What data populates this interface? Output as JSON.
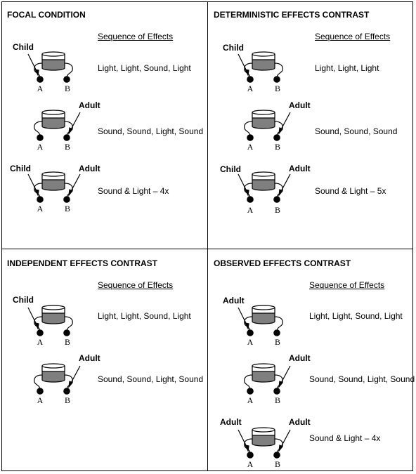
{
  "panels": {
    "focal": {
      "title": "FOCAL CONDITION",
      "sequence_header": "Sequence of Effects",
      "trials": [
        {
          "child": "Child",
          "sequence": "Light, Light, Sound, Light",
          "btn_a": "A",
          "btn_b": "B"
        },
        {
          "adult": "Adult",
          "sequence": "Sound, Sound, Light, Sound",
          "btn_a": "A",
          "btn_b": "B"
        },
        {
          "child": "Child",
          "adult": "Adult",
          "sequence": "Sound & Light – 4x",
          "btn_a": "A",
          "btn_b": "B"
        }
      ]
    },
    "deterministic": {
      "title": "DETERMINISTIC EFFECTS CONTRAST",
      "sequence_header": "Sequence of Effects",
      "trials": [
        {
          "child": "Child",
          "sequence": "Light, Light, Light",
          "btn_a": "A",
          "btn_b": "B"
        },
        {
          "adult": "Adult",
          "sequence": "Sound, Sound, Sound",
          "btn_a": "A",
          "btn_b": "B"
        },
        {
          "child": "Child",
          "adult": "Adult",
          "sequence": "Sound & Light – 5x",
          "btn_a": "A",
          "btn_b": "B"
        }
      ]
    },
    "independent": {
      "title": "INDEPENDENT EFFECTS CONTRAST",
      "sequence_header": "Sequence of Effects",
      "trials": [
        {
          "child": "Child",
          "sequence": "Light, Light, Sound, Light",
          "btn_a": "A",
          "btn_b": "B"
        },
        {
          "adult": "Adult",
          "sequence": "Sound, Sound, Light, Sound",
          "btn_a": "A",
          "btn_b": "B"
        }
      ]
    },
    "observed": {
      "title": "OBSERVED EFFECTS CONTRAST",
      "sequence_header": "Sequence of Effects",
      "trials": [
        {
          "adult_a": "Adult",
          "sequence": "Light, Light, Sound, Light",
          "btn_a": "A",
          "btn_b": "B"
        },
        {
          "adult": "Adult",
          "sequence": "Sound, Sound, Light, Sound",
          "btn_a": "A",
          "btn_b": "B"
        },
        {
          "adult_a": "Adult",
          "adult": "Adult",
          "sequence": "Sound & Light – 4x",
          "btn_a": "A",
          "btn_b": "B"
        }
      ]
    }
  },
  "colors": {
    "canister_fill": "#7f7f7f",
    "line": "#000000",
    "background": "#ffffff"
  }
}
